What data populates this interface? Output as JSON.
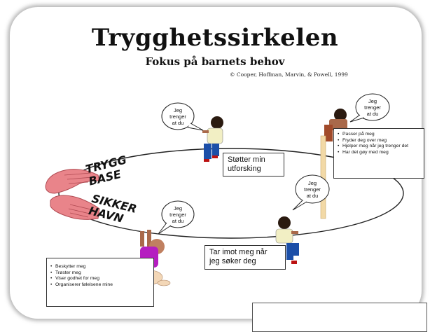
{
  "title": "Trygghetssirkelen",
  "subtitle": "Fokus på barnets behov",
  "credit": "© Cooper, Hoffman, Marvin, & Powell, 1999",
  "colors": {
    "hands": "#e9848a",
    "child_shirt": "#f2efc4",
    "child_pants": "#1c4fa8",
    "child_hair": "#2a1a10",
    "skin": "#a9694a",
    "baby_shirt": "#b51ec0"
  },
  "labels": {
    "trygg_base": [
      "TRYGG",
      "BASE"
    ],
    "sikker_havn": [
      "SIKKER",
      "HAVN"
    ]
  },
  "bubbles": {
    "top": [
      "Jeg",
      "trenger",
      "at du"
    ],
    "top_right": [
      "Jeg",
      "trenger",
      "at du"
    ],
    "right": [
      "Jeg",
      "trenger",
      "at du"
    ],
    "bottom_left": [
      "Jeg",
      "trenger",
      "at du"
    ]
  },
  "boxes": {
    "stotter": [
      "Støtter min",
      "utforsking"
    ],
    "tar_imot": [
      "Tar imot meg når",
      "jeg søker deg"
    ]
  },
  "lists": {
    "top_right": [
      "Passer på meg",
      "Fryder deg over meg",
      "Hjelper meg når jeg trenger det",
      "Har det gøy med meg"
    ],
    "bottom_left": [
      "Beskytter meg",
      "Trøster meg",
      "Viser godhet for meg",
      "Organiserer følelsene mine"
    ]
  }
}
